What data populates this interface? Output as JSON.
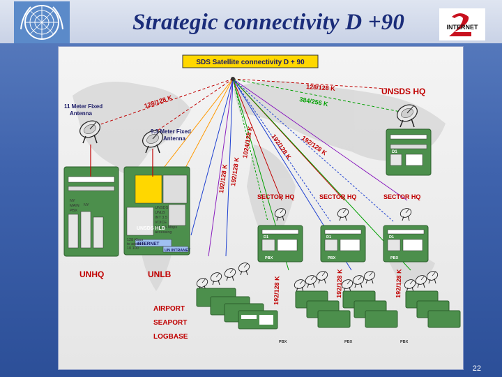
{
  "slide": {
    "title": "Strategic connectivity D +90",
    "page_number": "22"
  },
  "logos": {
    "un": "united-nations-emblem",
    "internet2": "INTERNET"
  },
  "diagram": {
    "heading": "SDS Satellite connectivity D + 90",
    "nodes": {
      "antenna_11m": [
        "11 Meter Fixed",
        "Antenna"
      ],
      "antenna_9m": [
        "9.3 Meter Fixed",
        "Antenna"
      ],
      "unsds_hq": "UNSDS HQ",
      "sector_hq": "SECTOR HQ",
      "unhq": "UNHQ",
      "unlb": "UNLB",
      "unsds_hlb": "UNSDS HLB",
      "internet": "INTERNET",
      "un_intranet": "UN INTRANET",
      "airport": "AIRPORT",
      "seaport": "SEAPORT",
      "logbase": "LOGBASE",
      "pbx": "PBX",
      "d1": "D1"
    },
    "links": {
      "l_128_128": "128/128 K",
      "l_384_256": "384/256 K",
      "l_192_128": "192/128 K",
      "l_1024_128": "1024/128 K"
    },
    "unhq_equipment": [
      "NY",
      "MAIN",
      "PBX",
      "NY"
    ],
    "unlb_services": [
      "UNSDS",
      "UNLB",
      "INT 3.5",
      "VOICE",
      "3.5-3.5 Mbps",
      "accessing",
      "128 Kbps",
      "to address",
      "10 100"
    ]
  },
  "colors": {
    "title": "#1b2d7a",
    "heading_fill": "#ffd700",
    "node_label": "#c00000",
    "link_text": "#c00000",
    "link_green": "#00a000",
    "link_blue": "#1e40d0",
    "link_purple": "#8b1fbf",
    "site_box": "#4c8f4c",
    "internet_box": "#9fc0f0"
  }
}
